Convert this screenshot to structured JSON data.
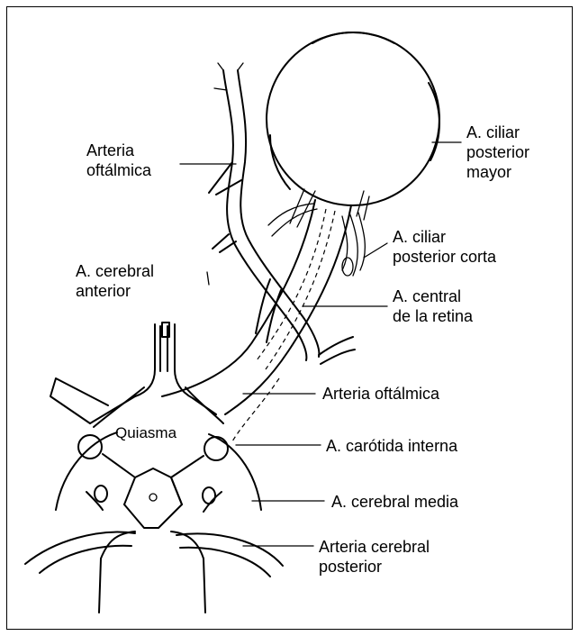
{
  "labels": {
    "arteria_oftalmica_top": [
      "Arteria",
      "oftálmica"
    ],
    "ciliar_mayor": [
      "A. ciliar",
      "posterior",
      "mayor"
    ],
    "ciliar_corta": [
      "A. ciliar",
      "posterior corta"
    ],
    "cerebral_anterior": [
      "A. cerebral",
      "anterior"
    ],
    "central_retina": [
      "A. central",
      "de la retina"
    ],
    "arteria_oftalmica_mid": "Arteria oftálmica",
    "quiasma": "Quiasma",
    "carotida_interna": "A. carótida interna",
    "cerebral_media": "A. cerebral media",
    "cerebral_posterior": [
      "Arteria cerebral",
      "posterior"
    ]
  },
  "colors": {
    "ink": "#000000",
    "background": "#ffffff"
  }
}
